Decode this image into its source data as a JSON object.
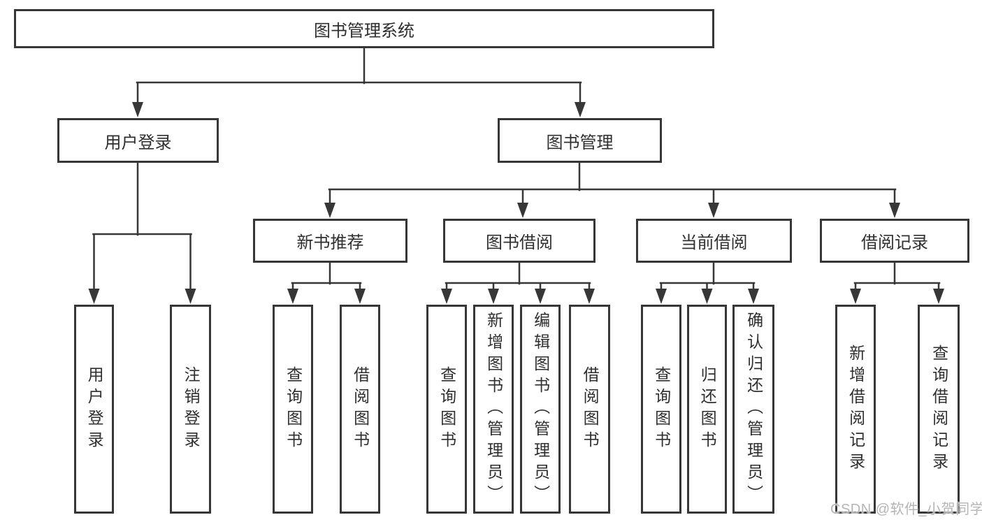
{
  "tree": {
    "root": "图书管理系统",
    "branches": [
      {
        "label": "用户登录",
        "children": [
          "用户登录",
          "注销登录"
        ]
      },
      {
        "label": "图书管理",
        "children": [
          {
            "label": "新书推荐",
            "children": [
              "查询图书",
              "借阅图书"
            ]
          },
          {
            "label": "图书借阅",
            "children": [
              "查询图书",
              "新增图书（管理员）",
              "编辑图书（管理员）",
              "借阅图书"
            ]
          },
          {
            "label": "当前借阅",
            "children": [
              "查询图书",
              "归还图书",
              "确认归还（管理员）"
            ]
          },
          {
            "label": "借阅记录",
            "children": [
              "新增借阅记录",
              "查询借阅记录"
            ]
          }
        ]
      }
    ]
  },
  "watermark": "CSDN @软件_小贺同学",
  "colors": {
    "line": "#373737",
    "box_border": "#373737",
    "text": "#2f2f2f",
    "watermark": "#b5b5b5",
    "background": "#ffffff"
  }
}
